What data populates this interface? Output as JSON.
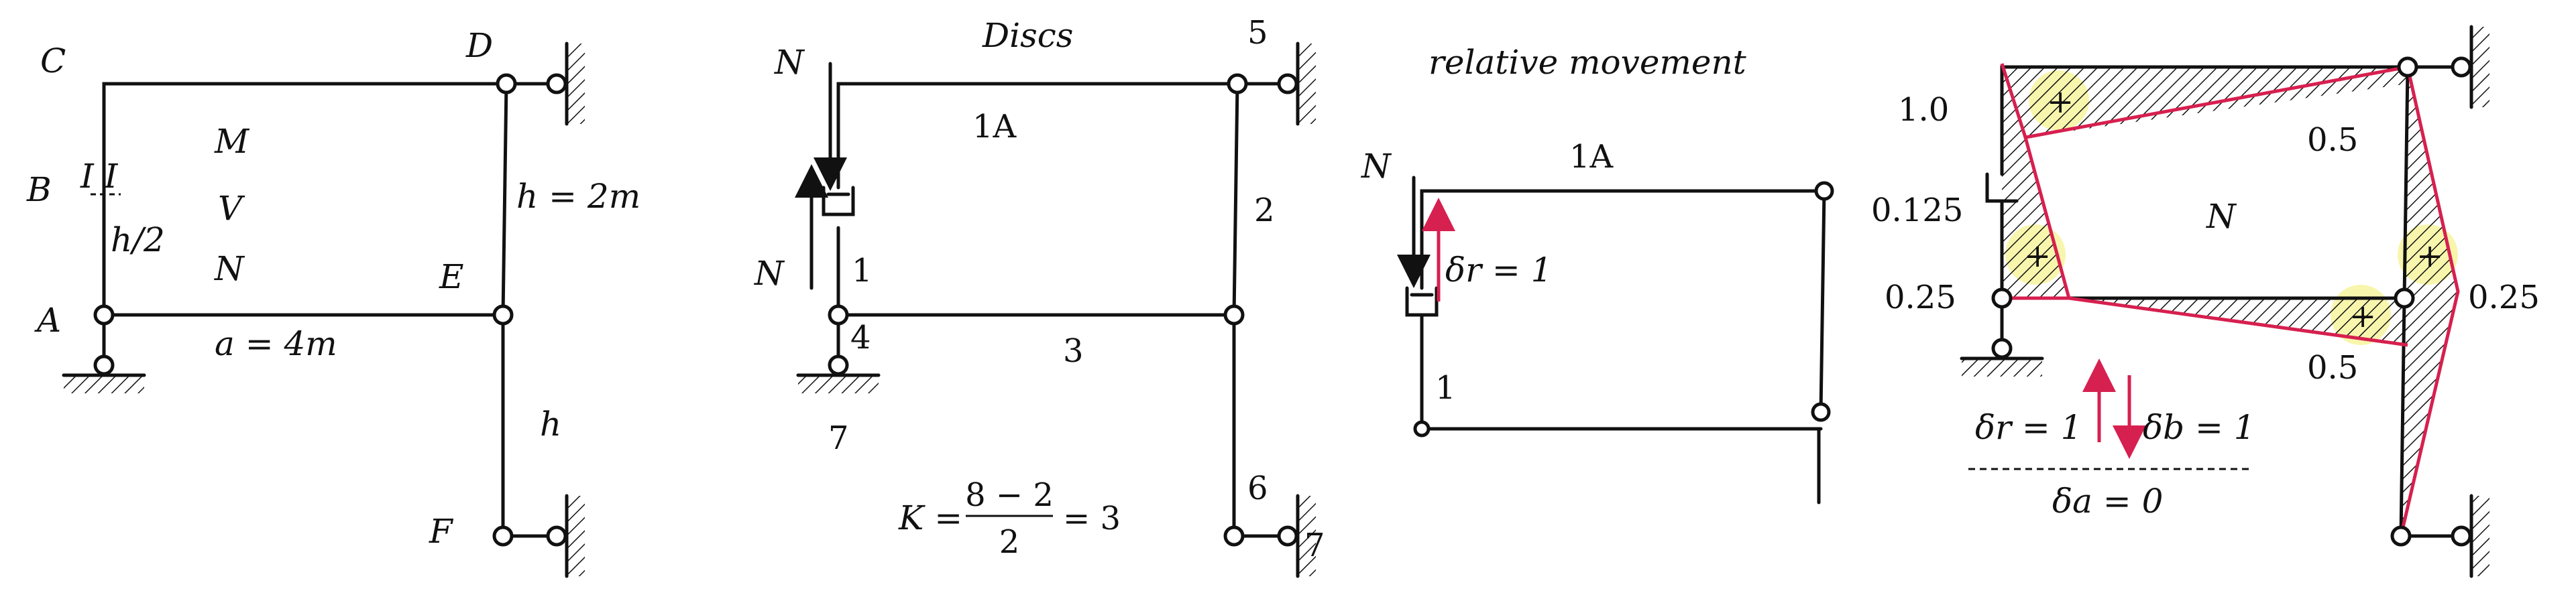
{
  "panel1": {
    "labels": {
      "C": "C",
      "D": "D",
      "B": "B",
      "A": "A",
      "E": "E",
      "F": "F",
      "cut": "I I",
      "M": "M",
      "V": "V",
      "N": "N",
      "half_h": "h/2",
      "h_2m": "h = 2m",
      "a_4m": "a = 4m",
      "h": "h"
    }
  },
  "panel2": {
    "title": "Discs",
    "labels": {
      "N_top": "N",
      "N_bottom": "N",
      "d1A": "1A",
      "d1": "1",
      "d2": "2",
      "d3": "3",
      "d4": "4",
      "d5": "5",
      "d6": "6",
      "d7a": "7",
      "d7b": "7"
    },
    "formula": {
      "lhs": "K =",
      "numerator": "8 − 2",
      "denominator": "2",
      "rhs": "= 3"
    }
  },
  "panel3": {
    "title": "relative movement",
    "labels": {
      "N": "N",
      "d1A": "1A",
      "d1": "1",
      "delta_r": "δr = 1"
    }
  },
  "panel4": {
    "labels": {
      "v10": "1.0",
      "v05_top": "0.5",
      "v0125": "0.125",
      "N": "N",
      "v025_left": "0.25",
      "v025_right": "0.25",
      "v05_bottom": "0.5",
      "delta_r": "δr = 1",
      "delta_b": "δb = 1",
      "delta_a": "δa = 0",
      "plus": "+"
    }
  },
  "colors": {
    "line": "#111111",
    "accent": "#d6204f",
    "highlight": "#f3ee6a"
  }
}
